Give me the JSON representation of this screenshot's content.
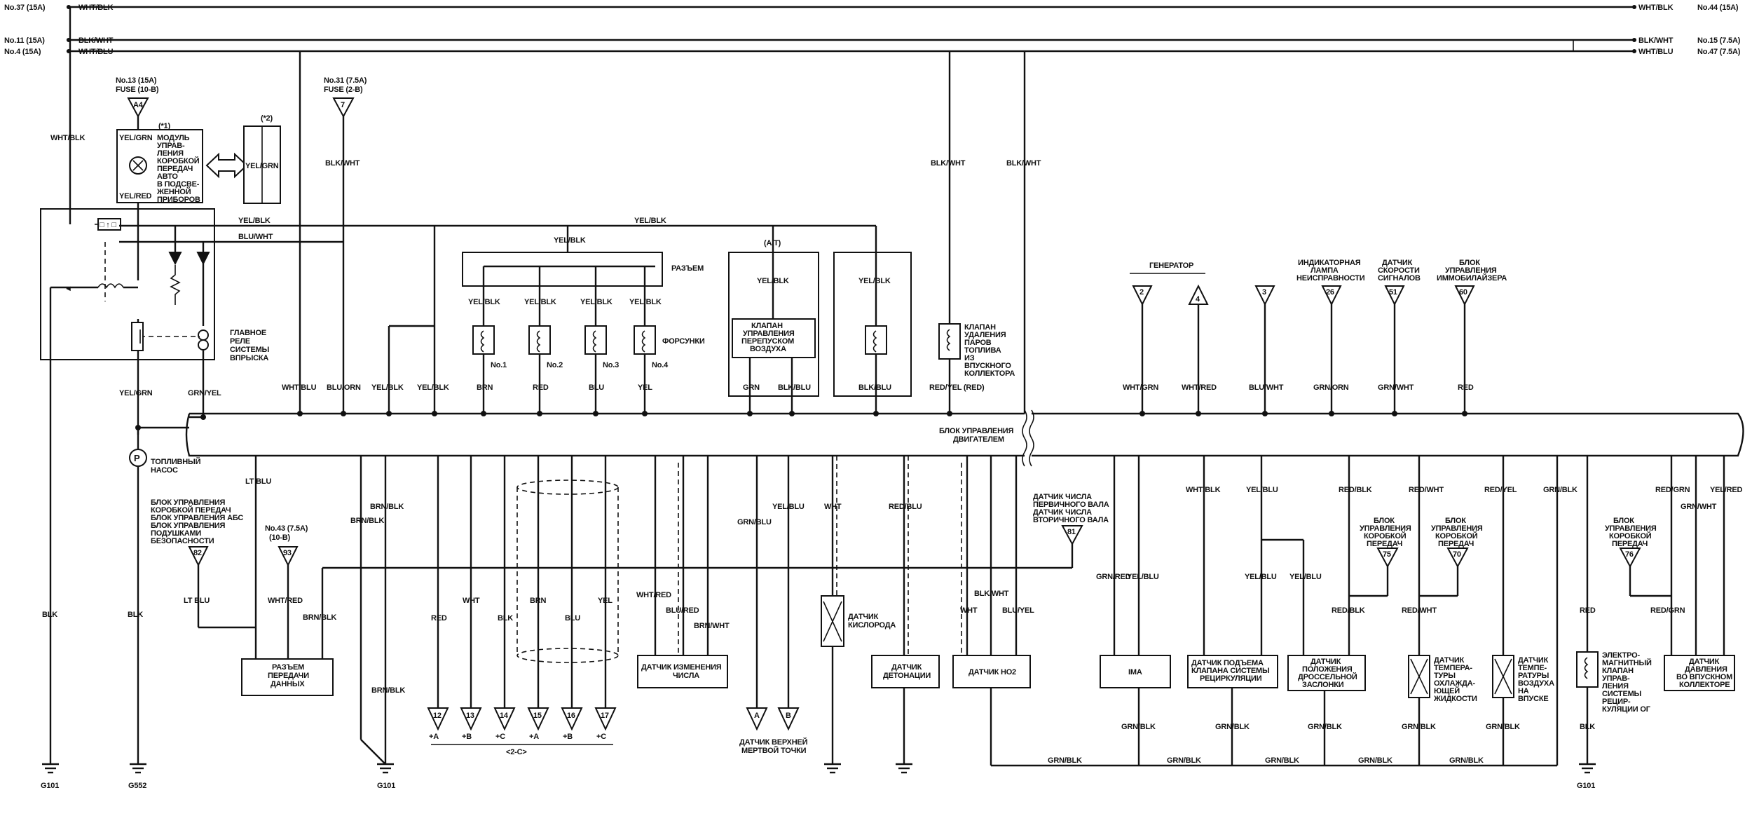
{
  "top_left": {
    "r1_fuse": "No.37 (15A)",
    "r1_wire": "WHT/BLK",
    "r2_fuse": "No.11 (15A)",
    "r2_wire": "BLK/WHT",
    "r3_fuse": "No.4 (15A)",
    "r3_wire": "WHT/BLU"
  },
  "top_right": {
    "r1_wire": "WHT/BLK",
    "r1_fuse": "No.44 (15A)",
    "r2_wire": "BLK/WHT",
    "r2_fuse": "No.15 (7.5A)",
    "r3_wire": "WHT/BLU",
    "r3_fuse": "No.47 (7.5A)"
  },
  "fuses": {
    "f13_a": "No.13 (15A)",
    "f13_b": "FUSE (10-B)",
    "f13_pin": "A4",
    "f31_a": "No.31 (7.5A)",
    "f31_b": "FUSE (2-B)",
    "f31_pin": "7"
  },
  "trans_module": {
    "lines": [
      "МОДУЛЬ",
      "УПРАВ-",
      "ЛЕНИЯ",
      "КОРОБКОЙ",
      "ПЕРЕДАЧ",
      "АВТО",
      "В ПОДСВЕ-",
      "ЖЕННОЙ",
      "ПРИБОРОВ"
    ],
    "tag1": "(*1)",
    "tag2": "(*2)",
    "wire_top": "YEL/GRN",
    "wire_bot": "YEL/RED",
    "wire_right": "YEL/GRN"
  },
  "main_relay": {
    "lines": [
      "ГЛАВНОЕ",
      "РЕЛЕ",
      "СИСТЕМЫ",
      "ВПРЫСКА"
    ],
    "wire_in1": "YEL/BLK",
    "wire_in2": "BLU/WHT",
    "out1": "YEL/GRN",
    "out2": "GRN/YEL"
  },
  "left_wires": {
    "w1": "WHT/BLK",
    "w2": "BLK/WHT"
  },
  "injector": {
    "top1": "YEL/BLK",
    "top2": "YEL/BLK",
    "mid": "YEL/BLK",
    "connector": "РАЗЪЕМ",
    "label": "ФОРСУНКИ",
    "items": [
      {
        "in": "YEL/BLK",
        "name": "No.1",
        "out": "BRN"
      },
      {
        "in": "YEL/BLK",
        "name": "No.2",
        "out": "RED"
      },
      {
        "in": "YEL/BLK",
        "name": "No.3",
        "out": "BLU"
      },
      {
        "in": "YEL/BLK",
        "name": "No.4",
        "out": "YEL"
      }
    ]
  },
  "valve_box": {
    "tag": "(A/T)",
    "wire_in": "YEL/BLK",
    "lines": [
      "КЛАПАН",
      "УПРАВЛЕНИЯ",
      "ПЕРЕПУСКОМ",
      "ВОЗДУХА"
    ],
    "out1": "GRN",
    "out2": "BLK/BLU"
  },
  "valve_box2": {
    "wire_in": "YEL/BLK",
    "out": "BLK/BLU"
  },
  "purge": {
    "lines": [
      "КЛАПАН",
      "УДАЛЕНИЯ",
      "ПАРОВ",
      "ТОПЛИВА",
      "ИЗ",
      "ВПУСКНОГО",
      "КОЛЛЕКТОРА"
    ],
    "wire_in": "BLK/WHT",
    "out": "RED/YEL (RED)"
  },
  "vert_wires": {
    "a": "WHT/BLU",
    "b": "BLU/ORN",
    "c": "YEL/BLK",
    "d": "YEL/BLK",
    "e": "BLK/WHT"
  },
  "ecm_label": [
    "БЛОК УПРАВЛЕНИЯ",
    "ДВИГАТЕЛЕМ"
  ],
  "fuel_pump": [
    "ТОПЛИВНЫЙ",
    "НАСОС"
  ],
  "right_top": {
    "generator": "ГЕНЕРАТОР",
    "lamp": [
      "ИНДИКАТОРНАЯ",
      "ЛАМПА",
      "НЕИСПРАВНОСТИ"
    ],
    "speed": [
      "ДАТЧИК",
      "СКОРОСТИ",
      "СИГНАЛОВ"
    ],
    "immob": [
      "БЛОК",
      "УПРАВЛЕНИЯ",
      "ИММОБИЛАЙЗЕРА"
    ],
    "pins": [
      {
        "pin": "2",
        "wire": "WHT/GRN"
      },
      {
        "pin": "4",
        "wire": "WHT/RED"
      },
      {
        "pin": "3",
        "wire": "BLU/WHT"
      },
      {
        "pin": "26",
        "wire": "GRN/ORN"
      },
      {
        "pin": "51",
        "wire": "GRN/WHT"
      },
      {
        "pin": "60",
        "wire": "RED"
      }
    ]
  },
  "bottom_left": {
    "lt_blu": "LT BLU",
    "abs_lines": [
      "БЛОК УПРАВЛЕНИЯ",
      "КОРОБКОЙ ПЕРЕДАЧ",
      "БЛОК УПРАВЛЕНИЯ АБС",
      "БЛОК УПРАВЛЕНИЯ",
      "ПОДУШКАМИ",
      "БЕЗОПАСНОСТИ"
    ],
    "pin82": "82",
    "ltblu2": "LT BLU",
    "f43_a": "No.43 (7.5A)",
    "f43_b": "(10-B)",
    "pin93": "93",
    "whtred": "WHT/RED",
    "brnblk": "BRN/BLK",
    "data_conn": [
      "РАЗЪЕМ",
      "ПЕРЕДАЧИ",
      "ДАННЫХ"
    ],
    "blk1": "BLK",
    "g101a": "G101",
    "blk2": "BLK",
    "g552": "G552",
    "brnblk2": "BRN/BLK",
    "brnblk3": "BRN/BLK",
    "brnblk4": "BRN/BLK",
    "g101b": "G101"
  },
  "sensor_group": {
    "wires": [
      "RED",
      "WHT",
      "BLK",
      "BRN",
      "BLU",
      "YEL"
    ],
    "pins": [
      {
        "pin": "12",
        "sign": "+A"
      },
      {
        "pin": "13",
        "sign": "+B"
      },
      {
        "pin": "14",
        "sign": "+C"
      },
      {
        "pin": "15",
        "sign": "+A"
      },
      {
        "pin": "16",
        "sign": "+B"
      },
      {
        "pin": "17",
        "sign": "+C"
      }
    ],
    "group": "<2-C>"
  },
  "mid_sensors": {
    "cyp_wire1": "WHT/RED",
    "cyp_wire2": "BLU/RED",
    "cyp_wire3": "BRN/WHT",
    "cyp": [
      "ДАТЧИК ИЗМЕНЕНИЯ",
      "ЧИСЛА"
    ],
    "tdc_wire1": "GRN/BLU",
    "tdc_wire2": "YEL/BLU",
    "tdc_pin1": "A",
    "tdc_pin2": "B",
    "tdc": [
      "ДАТЧИК ВЕРХНЕЙ",
      "МЕРТВОЙ ТОЧКИ"
    ],
    "o2_wire": "WHT",
    "o2": [
      "ДАТЧИК",
      "КИСЛОРОДА"
    ],
    "knock_wire": "RED/BLU",
    "knock": [
      "ДАТЧИК",
      "ДЕТОНАЦИИ"
    ],
    "hos_wire1": "WHT",
    "hos_wire2": "BLK/WHT",
    "hos_wire3": "BLU/YEL",
    "hos": "ДАТЧИК HO2",
    "vss_lines": [
      "ДАТЧИК ЧИСЛА",
      "ПЕРВИЧНОГО ВАЛА",
      "ДАТЧИК ЧИСЛА",
      "ВТОРИЧНОГО ВАЛА"
    ],
    "vss_pin": "81"
  },
  "right_bottom": {
    "ima_w1": "GRN/RED",
    "ima_w2": "YEL/BLU",
    "ima": "IMA",
    "ima_out": "GRN/BLK",
    "egr_w": "WHT/BLK",
    "egr": [
      "ДАТЧИК ПОДЪЕМА",
      "КЛАПАНА СИСТЕМЫ",
      "РЕЦИРКУЛЯЦИИ"
    ],
    "egr_out": "GRN/BLK",
    "ysl_w": "YEL/BLU",
    "ysl_w2": "YEL/BLU",
    "ysl_w3": "YEL/BLU",
    "throttle": [
      "ДАТЧИК",
      "ПОЛОЖЕНИЯ",
      "ДРОССЕЛЬНОЙ",
      "ЗАСЛОНКИ"
    ],
    "thr_out": "GRN/BLK",
    "redblk": "RED/BLK",
    "redblk2": "RED/BLK",
    "tcm1": [
      "БЛОК",
      "УПРАВЛЕНИЯ",
      "КОРОБКОЙ",
      "ПЕРЕДАЧ"
    ],
    "tcm1_pin": "75",
    "redwht": "RED/WHT",
    "redwht2": "RED/WHT",
    "tcm2": [
      "БЛОК",
      "УПРАВЛЕНИЯ",
      "КОРОБКОЙ",
      "ПЕРЕДАЧ"
    ],
    "tcm2_pin": "70",
    "ect": [
      "ДАТЧИК",
      "ТЕМПЕРА-",
      "ТУРЫ",
      "ОХЛАЖДА-",
      "ЮЩЕЙ",
      "ЖИДКОСТИ"
    ],
    "ect_out": "GRN/BLK",
    "redyel": "RED/YEL",
    "iat": [
      "ДАТЧИК",
      "ТЕМПЕ-",
      "РАТУРЫ",
      "ВОЗДУХА",
      "НА",
      "ВПУСКЕ"
    ],
    "iat_out": "GRN/BLK",
    "grnblk": "GRN/BLK",
    "red": "RED",
    "egrv": [
      "ЭЛЕКТРО-",
      "МАГНИТНЫЙ",
      "КЛАПАН",
      "УПРАВ-",
      "ЛЕНИЯ",
      "СИСТЕМЫ",
      "РЕЦИР-",
      "КУЛЯЦИИ ОГ"
    ],
    "blk": "BLK",
    "g101": "G101",
    "tcm3": [
      "БЛОК",
      "УПРАВЛЕНИЯ",
      "КОРОБКОЙ",
      "ПЕРЕДАЧ"
    ],
    "tcm3_pin": "76",
    "redgrn": "RED/GRN",
    "redgrn2": "RED/GRN",
    "grnwht": "GRN/WHT",
    "yelred": "YEL/RED",
    "map": [
      "ДАТЧИК",
      "ДАВЛЕНИЯ",
      "ВО ВПУСКНОМ",
      "КОЛЛЕКТОРЕ"
    ],
    "gnd_bus": [
      "GRN/BLK",
      "GRN/BLK",
      "GRN/BLK",
      "GRN/BLK",
      "GRN/BLK"
    ]
  }
}
